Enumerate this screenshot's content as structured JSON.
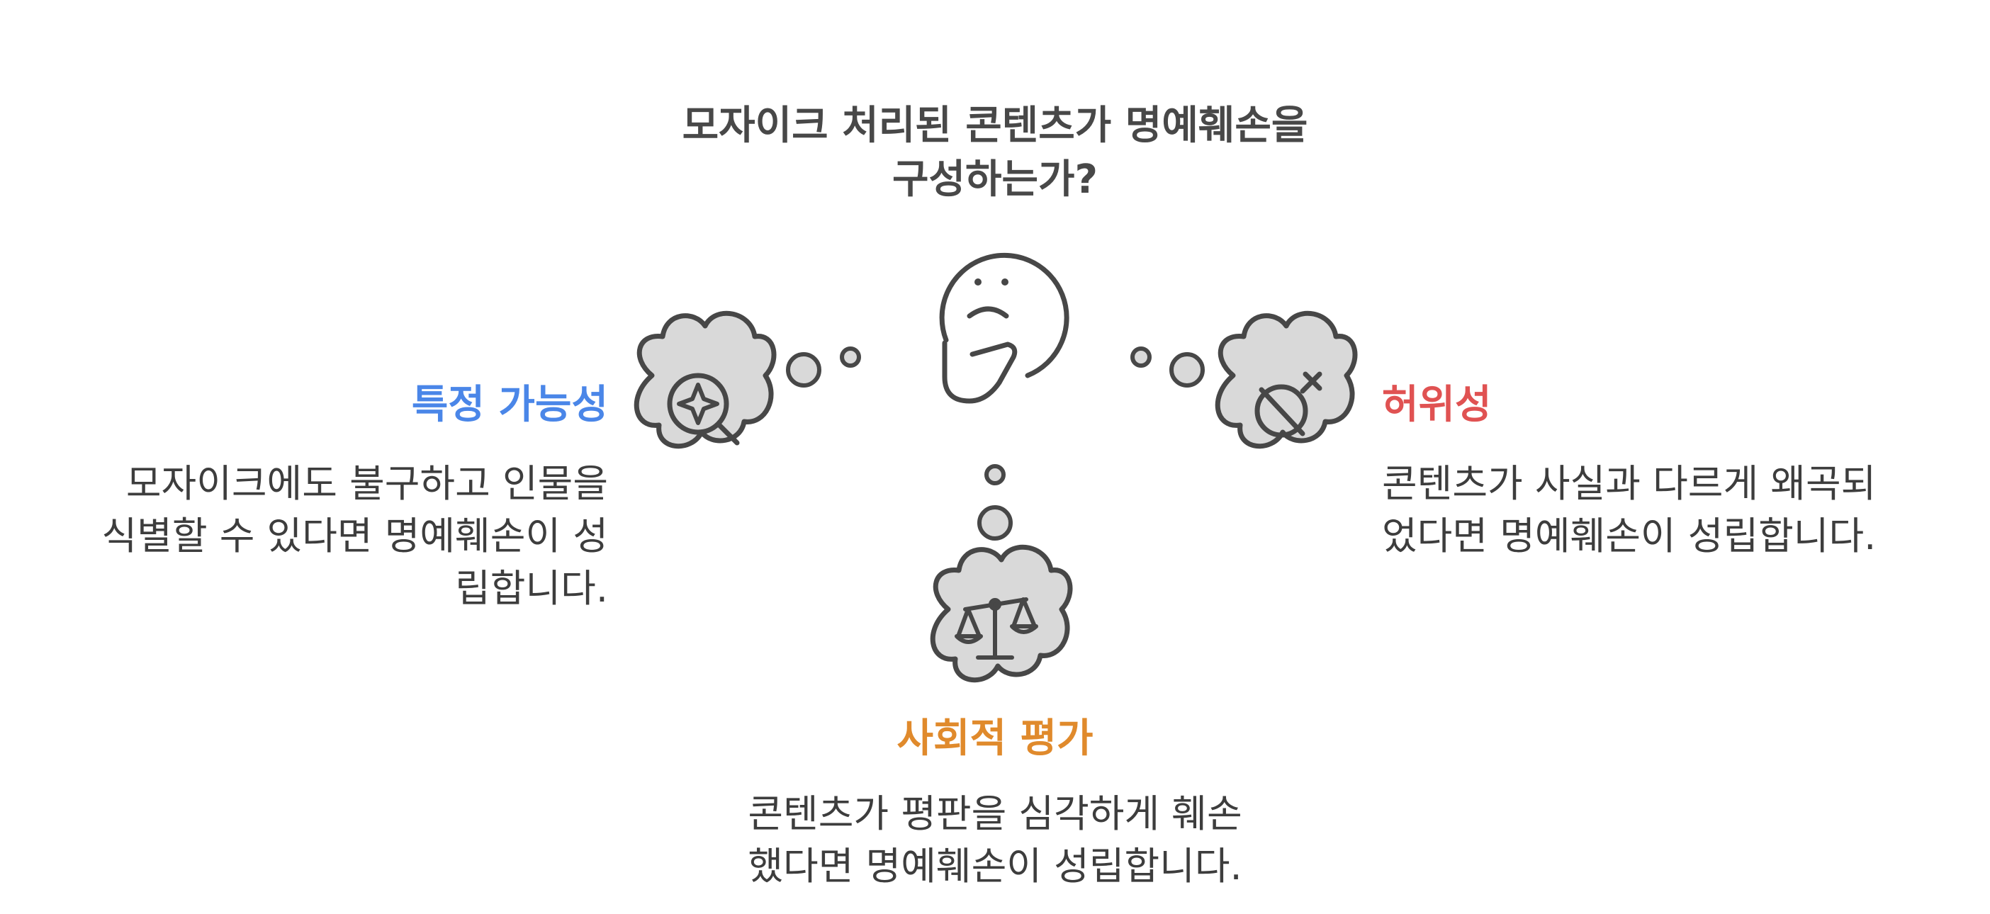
{
  "title": {
    "line1": "모자이크 처리된 콘텐츠가 명예훼손을",
    "line2": "구성하는가?"
  },
  "branches": {
    "identifiability": {
      "heading": "특정 가능성",
      "body": [
        "모자이크에도 불구하고 인물을",
        "식별할 수 있다면 명예훼손이 성",
        "립합니다."
      ],
      "color": "#4a86e8",
      "icon": "magnifier-sparkle-icon"
    },
    "falsity": {
      "heading": "허위성",
      "body": [
        "콘텐츠가 사실과 다르게 왜곡되",
        "었다면 명예훼손이 성립합니다."
      ],
      "color": "#e05252",
      "icon": "broken-symbol-icon"
    },
    "social_evaluation": {
      "heading": "사회적 평가",
      "body": [
        "콘텐츠가 평판을 심각하게 훼손",
        "했다면 명예훼손이 성립합니다."
      ],
      "color": "#e08a2c",
      "icon": "scales-icon"
    }
  },
  "colors": {
    "stroke": "#474747",
    "bubble_fill": "#d9d9d9",
    "text": "#3d3d3d"
  }
}
